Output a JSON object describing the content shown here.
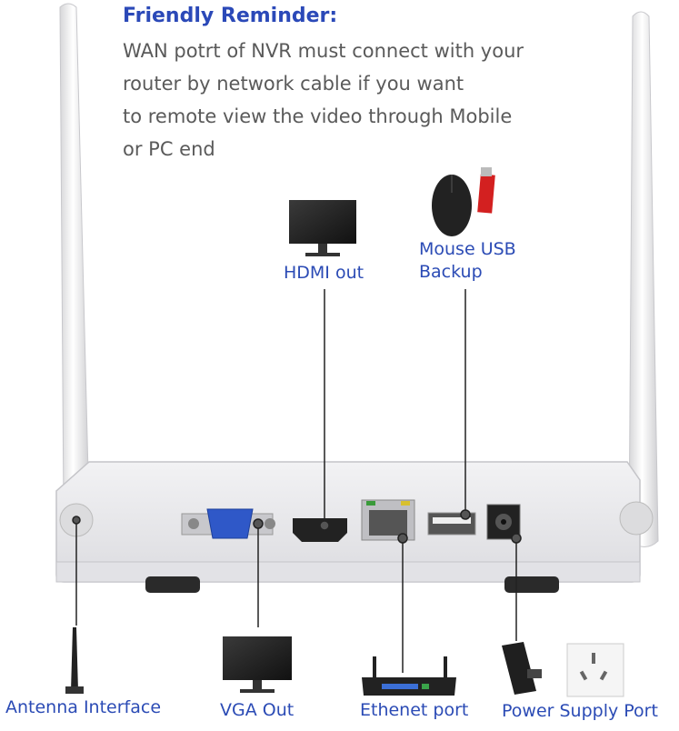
{
  "reminder": {
    "title": "Friendly Reminder:",
    "lines": [
      "WAN potrt of NVR must connect with your",
      "router by network cable if you want",
      "to remote view the video through Mobile",
      "or PC end"
    ]
  },
  "labels": {
    "hdmi_out": "HDMI out",
    "mouse_usb": "Mouse USB",
    "backup": "Backup",
    "antenna_interface": "Antenna Interface",
    "vga_out": "VGA Out",
    "ethernet_port": "Ethenet port",
    "power_supply_port": "Power Supply Port"
  },
  "colors": {
    "title": "#2b49b8",
    "text": "#5a5a5a",
    "label": "#2b4bb5",
    "device": "#e9e9eb"
  }
}
